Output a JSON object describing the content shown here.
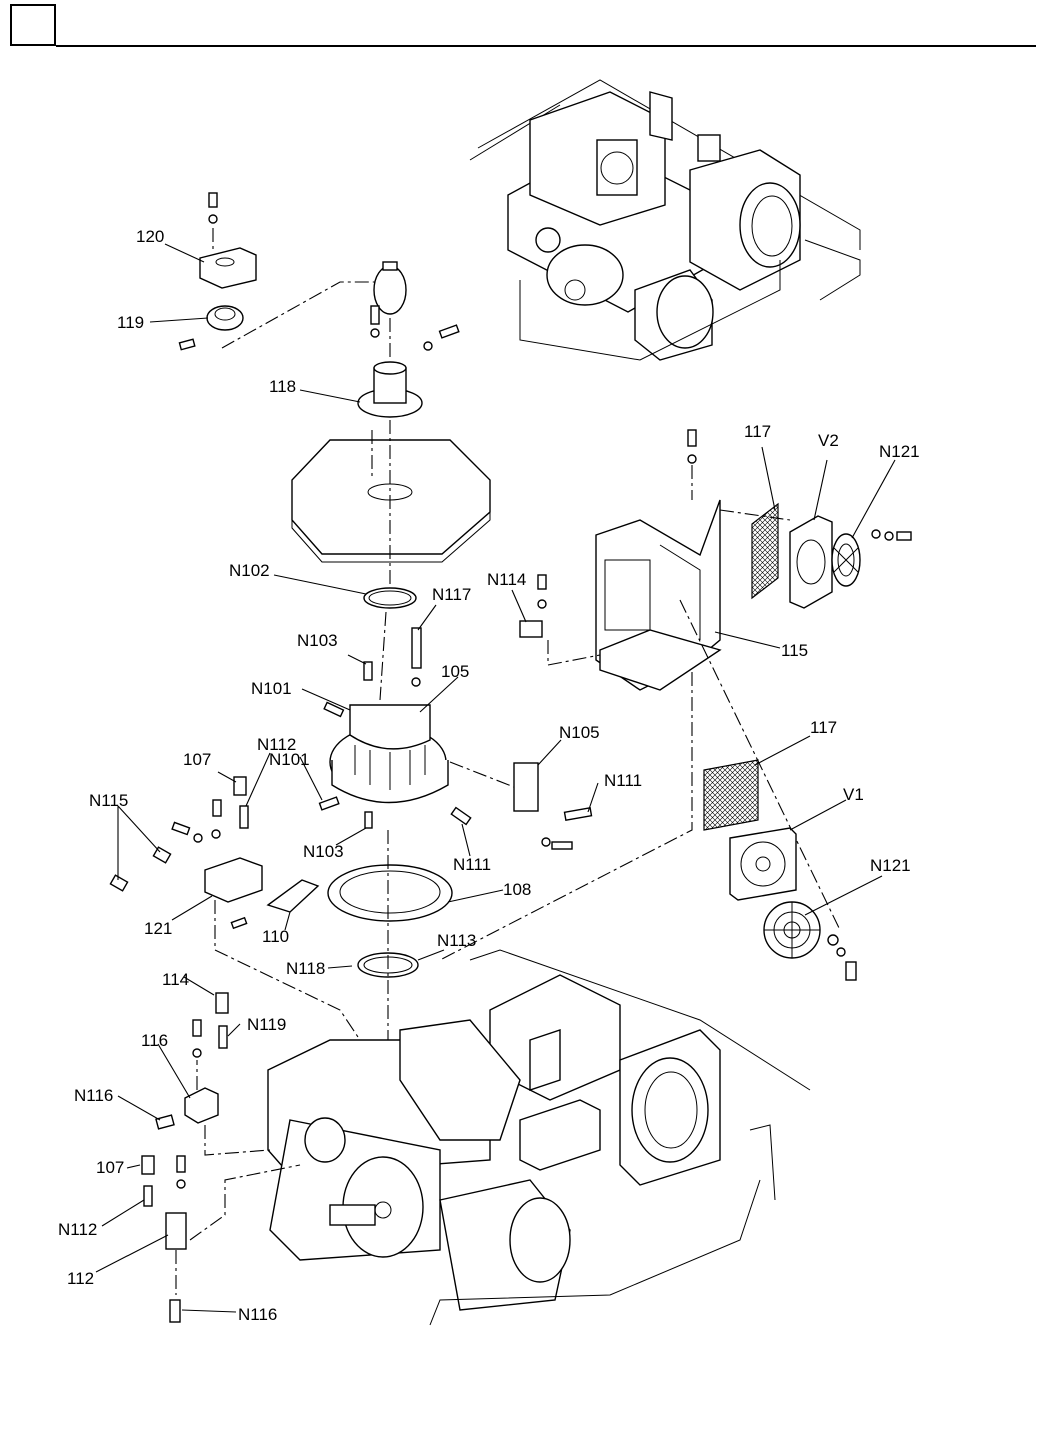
{
  "page": {
    "header_box_text": ""
  },
  "callouts": {
    "c120": "120",
    "c119": "119",
    "c118": "118",
    "n102": "N102",
    "n117": "N117",
    "n103a": "N103",
    "n101a": "N101",
    "c105": "105",
    "c107a": "107",
    "n112a": "N112",
    "n115": "N115",
    "n101b": "N101",
    "n103b": "N103",
    "n111a": "N111",
    "n105": "N105",
    "n111b": "N111",
    "c121": "121",
    "c110": "110",
    "c108": "108",
    "n113": "N113",
    "n118": "N118",
    "c114": "114",
    "n119": "N119",
    "c116": "116",
    "n116a": "N116",
    "c107b": "107",
    "n112b": "N112",
    "c112": "112",
    "n116b": "N116",
    "n114": "N114",
    "c115": "115",
    "c117a": "117",
    "v2": "V2",
    "n121a": "N121",
    "c117b": "117",
    "v1": "V1",
    "n121b": "N121"
  }
}
